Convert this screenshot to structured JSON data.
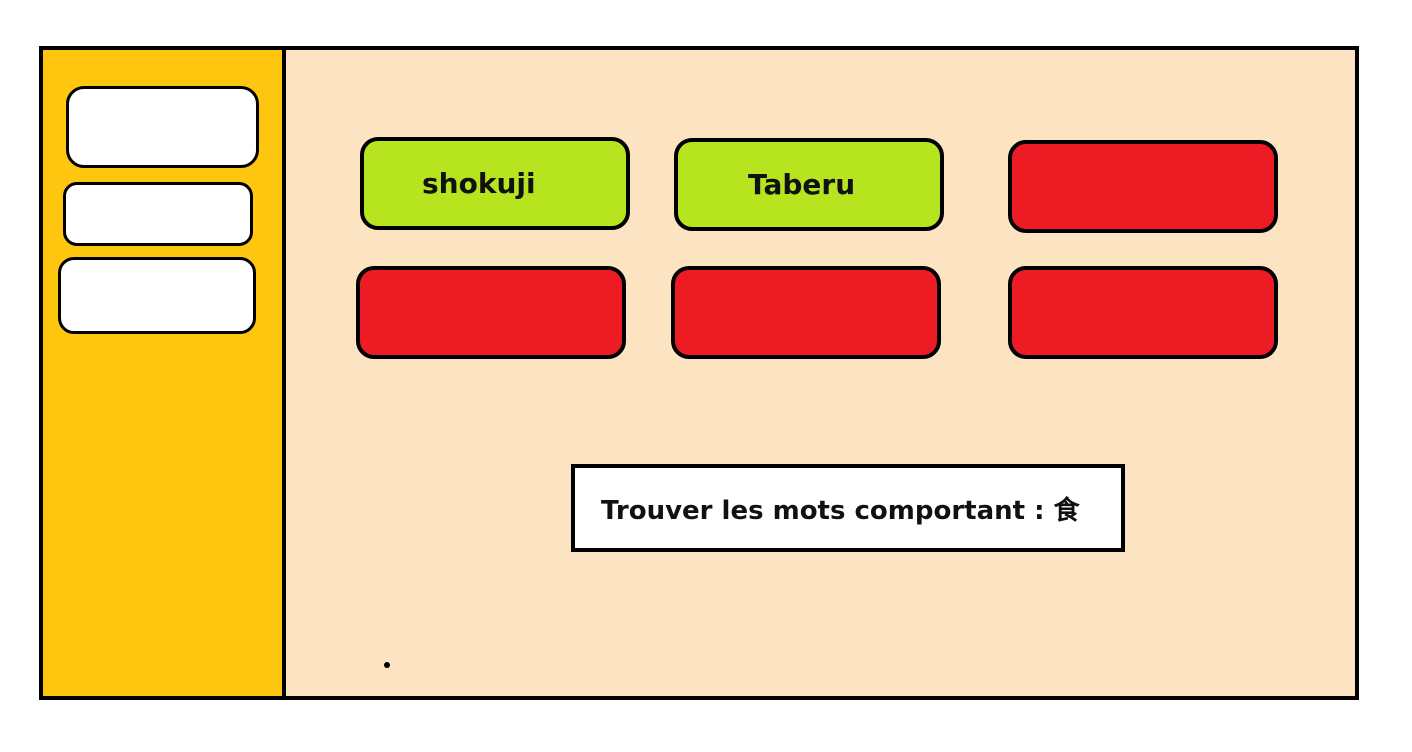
{
  "sidebar": {
    "slots": [
      {
        "label": ""
      },
      {
        "label": ""
      },
      {
        "label": ""
      }
    ]
  },
  "cards": [
    {
      "label": "shokuji",
      "state": "found"
    },
    {
      "label": "Taberu",
      "state": "found"
    },
    {
      "label": "",
      "state": "hidden"
    },
    {
      "label": "",
      "state": "hidden"
    },
    {
      "label": "",
      "state": "hidden"
    },
    {
      "label": "",
      "state": "hidden"
    }
  ],
  "prompt": {
    "text": "Trouver les mots comportant : 食"
  },
  "colors": {
    "sidebar": "#fec60f",
    "main_background": "#fce4c2",
    "found_card": "#b6e51f",
    "hidden_card": "#ed1c24",
    "border": "#000000",
    "slot": "#ffffff"
  }
}
